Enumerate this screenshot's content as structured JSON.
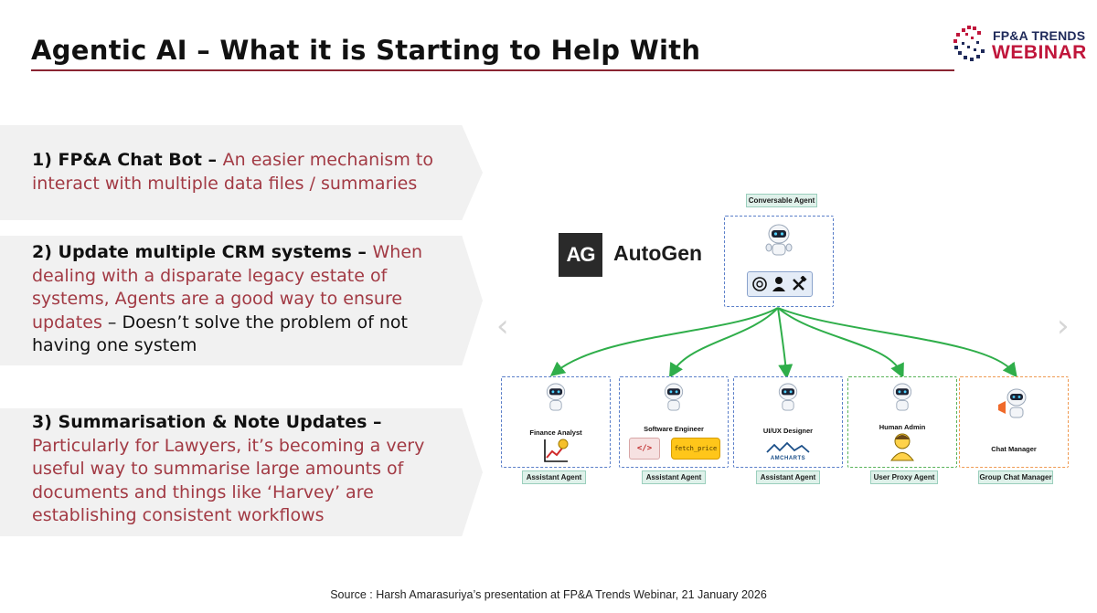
{
  "slide": {
    "title": "Agentic AI – What it is Starting to Help With",
    "source": "Source : Harsh Amarasuriya’s presentation at FP&A Trends Webinar, 21 January 2026",
    "logo": {
      "line1": "FP&A TRENDS",
      "line2": "WEBINAR"
    }
  },
  "items": [
    {
      "head": "1) FP&A Chat Bot",
      "sep": " – ",
      "accent": "An easier mechanism to interact with multiple data files / summaries",
      "plain": ""
    },
    {
      "head": "2) Update multiple CRM systems",
      "sep": " – ",
      "accent": "When dealing with a disparate legacy estate of systems, Agents are a good way to ensure updates",
      "plain": " – Doesn’t solve the problem of not having one system"
    },
    {
      "head": "3) Summarisation & Note Updates",
      "sep": " – ",
      "accent": "Particularly for Lawyers, it’s becoming a very useful way to summarise large amounts of documents and things like ‘Harvey’ are establishing consistent workflows",
      "plain": ""
    }
  ],
  "diagram": {
    "brand_badge": "AG",
    "brand_name": "AutoGen",
    "top_tag": "Conversable Agent",
    "agents": [
      {
        "name": "Finance Analyst",
        "tag": "Assistant Agent"
      },
      {
        "name": "Software Engineer",
        "tag": "Assistant Agent",
        "code_chip": "</>",
        "function": "fetch_price"
      },
      {
        "name": "UI/UX Designer",
        "tag": "Assistant Agent",
        "library": "AMCHARTS"
      },
      {
        "name": "Human Admin",
        "tag": "User Proxy Agent"
      },
      {
        "name": "Chat Manager",
        "tag": "Group Chat Manager"
      }
    ]
  },
  "colors": {
    "title_rule": "#8a2432",
    "accent_text": "#a23a44",
    "panel_bg": "#f1f1f1",
    "arrow_green": "#2fae4a",
    "assistant_border": "#5b7fc9",
    "proxy_border": "#59b35a",
    "manager_border": "#ef9a52",
    "tag_bg": "#dff1ea"
  }
}
